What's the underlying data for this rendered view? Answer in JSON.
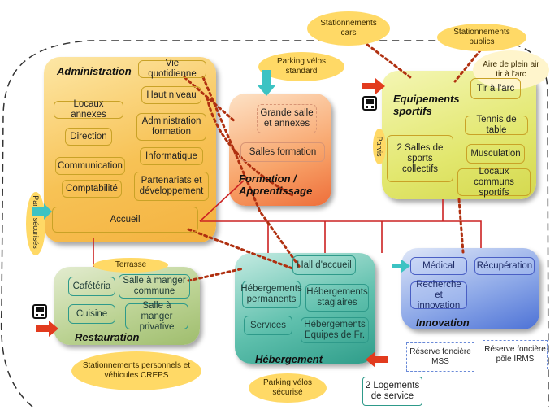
{
  "ellipses": {
    "stationnements_cars": "Stationnements cars",
    "stationnements_publics": "Stationnements publics",
    "aire_tir": "Aire de plein air tir à l'arc",
    "parking_velos_standard": "Parking vélos standard",
    "terrasse": "Terrasse",
    "stationnements_creps": "Stationnements personnels et véhicules CREPS",
    "parking_velos_securise": "Parking vélos sécurisé",
    "parvis_securises": "Parvis sécurisés",
    "parvis": "Parvis"
  },
  "administration": {
    "title": "Administration",
    "boxes": [
      "Vie quotidienne",
      "Haut niveau",
      "Locaux annexes",
      "Direction",
      "Administration formation",
      "Informatique",
      "Communication",
      "Comptabilité",
      "Partenariats et développement"
    ],
    "accueil": "Accueil"
  },
  "formation": {
    "title": "Formation / Apprentissage",
    "grande_salle": "Grande salle et annexes",
    "salles_formation": "Salles formation"
  },
  "equipements": {
    "title": "Equipements sportifs",
    "salles": "2 Salles de sports collectifs",
    "tir": "Tir à l'arc",
    "tennis": "Tennis de table",
    "musculation": "Musculation",
    "locaux": "Locaux communs sportifs"
  },
  "restauration": {
    "title": "Restauration",
    "cafeteria": "Cafétéria",
    "salle_commune": "Salle à manger commune",
    "cuisine": "Cuisine",
    "salle_privative": "Salle à manger privative"
  },
  "hebergement": {
    "title": "Hébergement",
    "hall": "Hall d'accueil",
    "permanents": "Hébergements permanents",
    "stagiaires": "Hébergements stagiaires",
    "services": "Services",
    "equipes": "Hébergements Equipes de Fr."
  },
  "innovation": {
    "title": "Innovation",
    "medical": "Médical",
    "recuperation": "Récupération",
    "recherche": "Recherche et innovation"
  },
  "notes": {
    "reserve_mss": "Réserve foncière MSS",
    "reserve_irms": "Réserve foncière pôle IRMS",
    "logements": "2 Logements de service"
  },
  "colors": {
    "administration": "#f8c35a",
    "formation": "#f58b4e",
    "equipements": "#dfe36a",
    "restauration": "#b7cf8c",
    "hebergement": "#4fb4a3",
    "innovation": "#6c8ee0",
    "link_red": "#cc2222",
    "dotted_brown": "#b03010",
    "entry_arrow": "#e23b1e",
    "entry_arrow_teal": "#3cc3c3"
  }
}
